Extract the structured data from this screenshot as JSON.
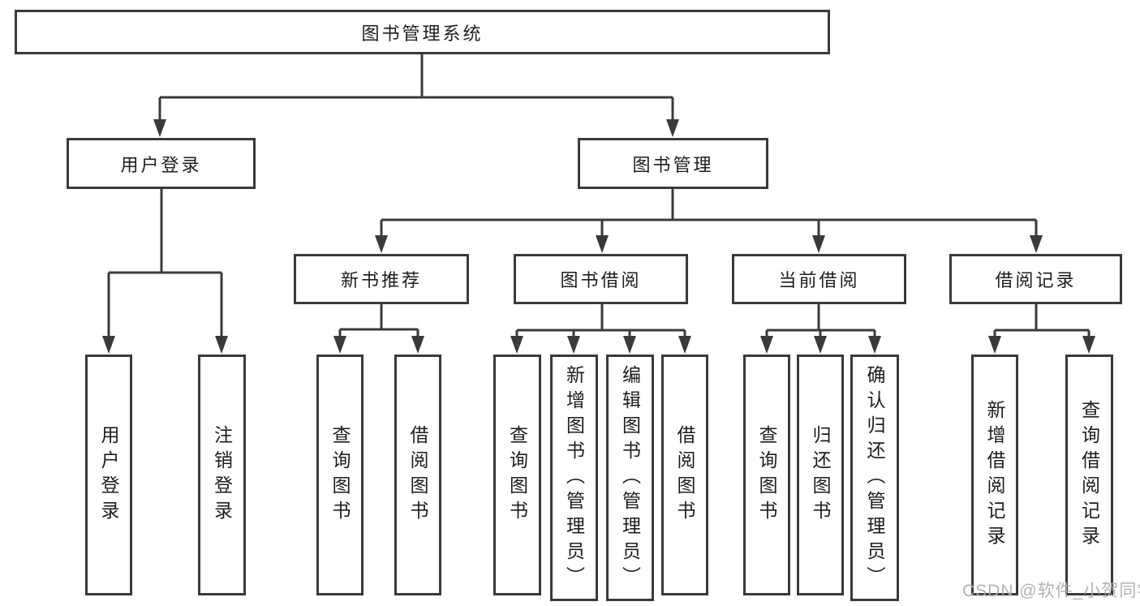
{
  "diagram": {
    "root": {
      "label": "图书管理系统"
    },
    "branches": [
      {
        "label": "用户登录",
        "children": [
          {
            "label": "用户登录"
          },
          {
            "label": "注销登录"
          }
        ]
      },
      {
        "label": "图书管理",
        "children": [
          {
            "label": "新书推荐",
            "children": [
              {
                "label": "查询图书"
              },
              {
                "label": "借阅图书"
              }
            ]
          },
          {
            "label": "图书借阅",
            "children": [
              {
                "label": "查询图书"
              },
              {
                "label": "新增图书（管理员）"
              },
              {
                "label": "编辑图书（管理员）"
              },
              {
                "label": "借阅图书"
              }
            ]
          },
          {
            "label": "当前借阅",
            "children": [
              {
                "label": "查询图书"
              },
              {
                "label": "归还图书"
              },
              {
                "label": "确认归还（管理员）"
              }
            ]
          },
          {
            "label": "借阅记录",
            "children": [
              {
                "label": "新增借阅记录"
              },
              {
                "label": "查询借阅记录"
              }
            ]
          }
        ]
      }
    ]
  },
  "watermark": {
    "text": "CSDN @软件_小贺同学"
  },
  "colors": {
    "line": "#3a3a3a",
    "text": "#1d1d1d",
    "background": "#ffffff",
    "watermark": "#acacac"
  }
}
